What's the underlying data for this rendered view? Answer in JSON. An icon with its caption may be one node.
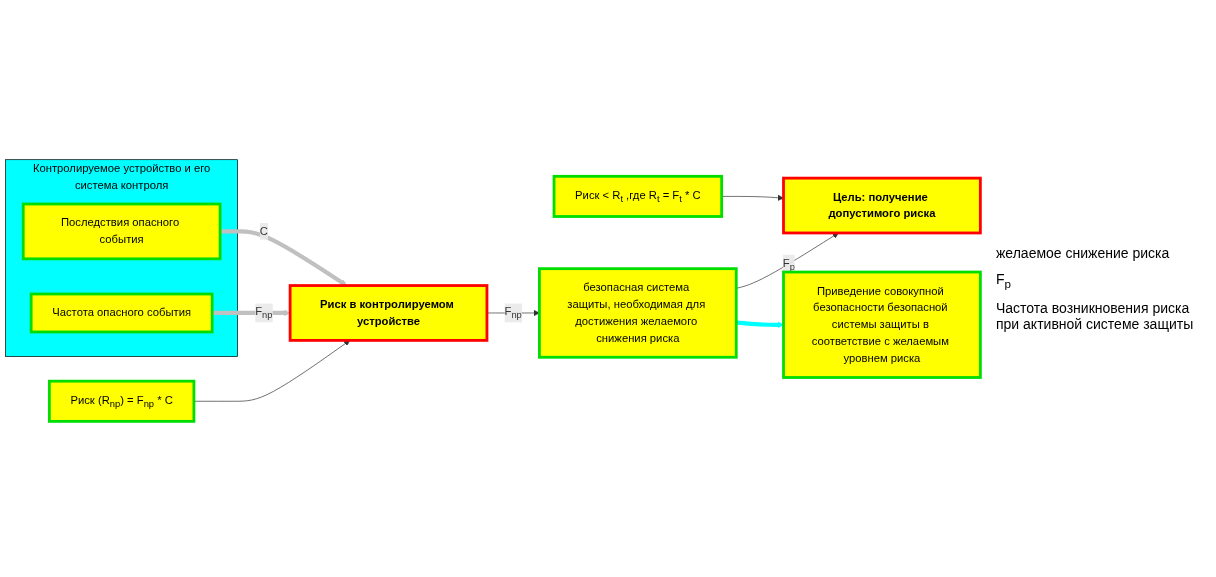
{
  "diagram": {
    "nodes": [
      {
        "text": [
          "Контролируемое устройство и его система контроля"
        ]
      },
      {
        "text": [
          "Последствия опасного события"
        ],
        "in": 0
      },
      {
        "text": [
          "Частота опасного события"
        ],
        "in": 0
      },
      {
        "text": [
          "Риск в контролируемом устройстве"
        ]
      },
      {
        "text": [
          "Риск (R$_{np}$) = F$_{np}$ * C"
        ]
      },
      {
        "text": [
          "Риск < R$_{t}$ ,где R$_{t}$ = F$_{t}$ * C"
        ]
      },
      {
        "text": [
          "безопасная система защиты, необходимая для достижения желаемого снижения риска"
        ]
      },
      {
        "text": [
          "Цель: получение допустимого риска"
        ]
      },
      {
        "text": [
          "Приведение совокупной безопасности безопасной системы защиты в соответствие с желаемым уровнем риска"
        ]
      }
    ],
    "edges": [
      {
        "from": 1,
        "to": 3,
        "arrow": "to",
        "label": "C",
        "style": "thick",
        "color": "#c0c0c0"
      },
      {
        "from": 2,
        "to": 3,
        "arrow": "to",
        "label": "F$_{np}$",
        "style": "thick",
        "color": "#c0c0c0"
      },
      {
        "from": 4,
        "to": 3,
        "arrow": "to"
      },
      {
        "from": 3,
        "to": 6,
        "arrow": "to",
        "label": "F$_{np}$"
      },
      {
        "from": 6,
        "to": 7,
        "arrow": "to",
        "label": "F$_{p}$"
      },
      {
        "from": 5,
        "to": 7,
        "arrow": "to"
      },
      {
        "from": 6,
        "to": 8,
        "arrow": "to",
        "style": "thick",
        "color": "#00ffff"
      }
    ],
    "labels": [
      "желаемое снижение риска",
      "F$_{p}$",
      "Частота возникновения риска при активной системе защиты"
    ]
  }
}
